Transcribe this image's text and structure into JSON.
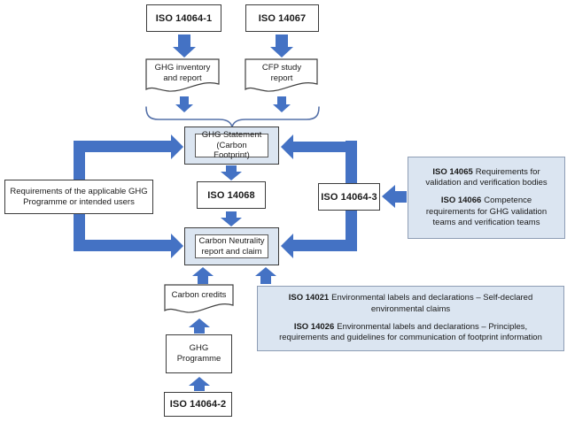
{
  "colors": {
    "arrow_blue": "#4472c4",
    "brace_blue": "#5470a8",
    "light_blue_fill": "#dbe5f1"
  },
  "boxes": {
    "iso14064_1": "ISO 14064-1",
    "iso14067": "ISO 14067",
    "ghg_inventory_report": "GHG inventory and report",
    "cfp_study_report": "CFP study report",
    "ghg_statement": "GHG Statement (Carbon Footprint)",
    "iso14068": "ISO 14068",
    "iso14064_3": "ISO 14064-3",
    "requirements": "Requirements of the applicable GHG Programme or intended users",
    "carbon_neutrality": "Carbon Neutrality report and claim",
    "carbon_credits": "Carbon credits",
    "ghg_programme": "GHG Programme",
    "iso14064_2": "ISO 14064-2"
  },
  "info_validation": {
    "item1_code": "ISO 14065",
    "item1_text": "Requirements for validation and verification bodies",
    "item2_code": "ISO 14066",
    "item2_text": "Competence requirements for GHG validation teams and verification teams"
  },
  "info_labels": {
    "item1_code": "ISO 14021",
    "item1_text": "Environmental labels and declarations – Self-declared environmental claims",
    "item2_code": "ISO 14026",
    "item2_text": "Environmental labels and declarations – Principles, requirements and guidelines for communication of footprint information"
  }
}
